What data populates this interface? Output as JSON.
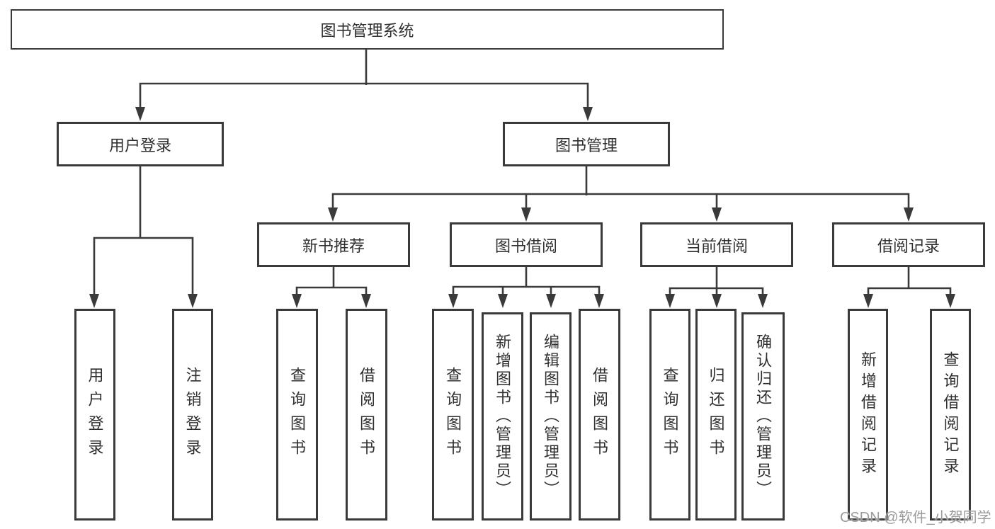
{
  "diagram": {
    "title": "图书管理系统",
    "level2": {
      "user_login": "用户登录",
      "book_mgmt": "图书管理"
    },
    "level3": {
      "new_book": "新书推荐",
      "book_borrow": "图书借阅",
      "current_borrow": "当前借阅",
      "borrow_record": "借阅记录"
    },
    "leaves": {
      "user_login_children": [
        "用户登录",
        "注销登录"
      ],
      "new_book_children": [
        "查询图书",
        "借阅图书"
      ],
      "book_borrow_children": [
        "查询图书",
        "新增图书（管理员）",
        "编辑图书（管理员）",
        "借阅图书"
      ],
      "current_borrow_children": [
        "查询图书",
        "归还图书",
        "确认归还（管理员）"
      ],
      "borrow_record_children": [
        "新增借阅记录",
        "查询借阅记录"
      ]
    }
  },
  "watermark": "CSDN @软件_小贺同学",
  "colors": {
    "line": "#3a3a3a",
    "text": "#2f2f2f",
    "watermark": "#9b9b9b",
    "background": "#ffffff"
  }
}
